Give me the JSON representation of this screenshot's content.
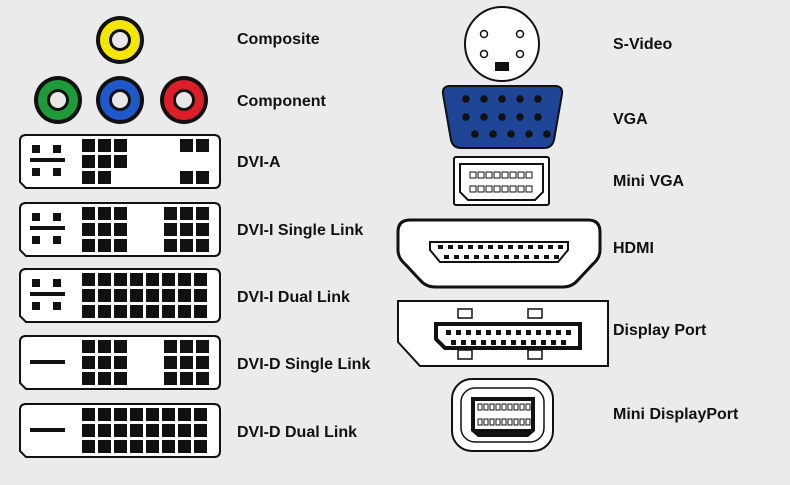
{
  "connectors": {
    "composite": {
      "label": "Composite",
      "plug_color": "#f5e600"
    },
    "component": {
      "label": "Component",
      "plug_colors": [
        "#1f9a3a",
        "#1f58c8",
        "#dd1f2a"
      ]
    },
    "dvi_a": {
      "label": "DVI-A"
    },
    "dvi_i_single": {
      "label": "DVI-I Single Link"
    },
    "dvi_i_dual": {
      "label": "DVI-I Dual Link"
    },
    "dvi_d_single": {
      "label": "DVI-D Single Link"
    },
    "dvi_d_dual": {
      "label": "DVI-D Dual Link"
    },
    "s_video": {
      "label": "S-Video"
    },
    "vga": {
      "label": "VGA",
      "body_color": "#1e4596"
    },
    "mini_vga": {
      "label": "Mini VGA"
    },
    "hdmi": {
      "label": "HDMI"
    },
    "display_port": {
      "label": "Display Port"
    },
    "mini_displayport": {
      "label": "Mini DisplayPort"
    }
  }
}
